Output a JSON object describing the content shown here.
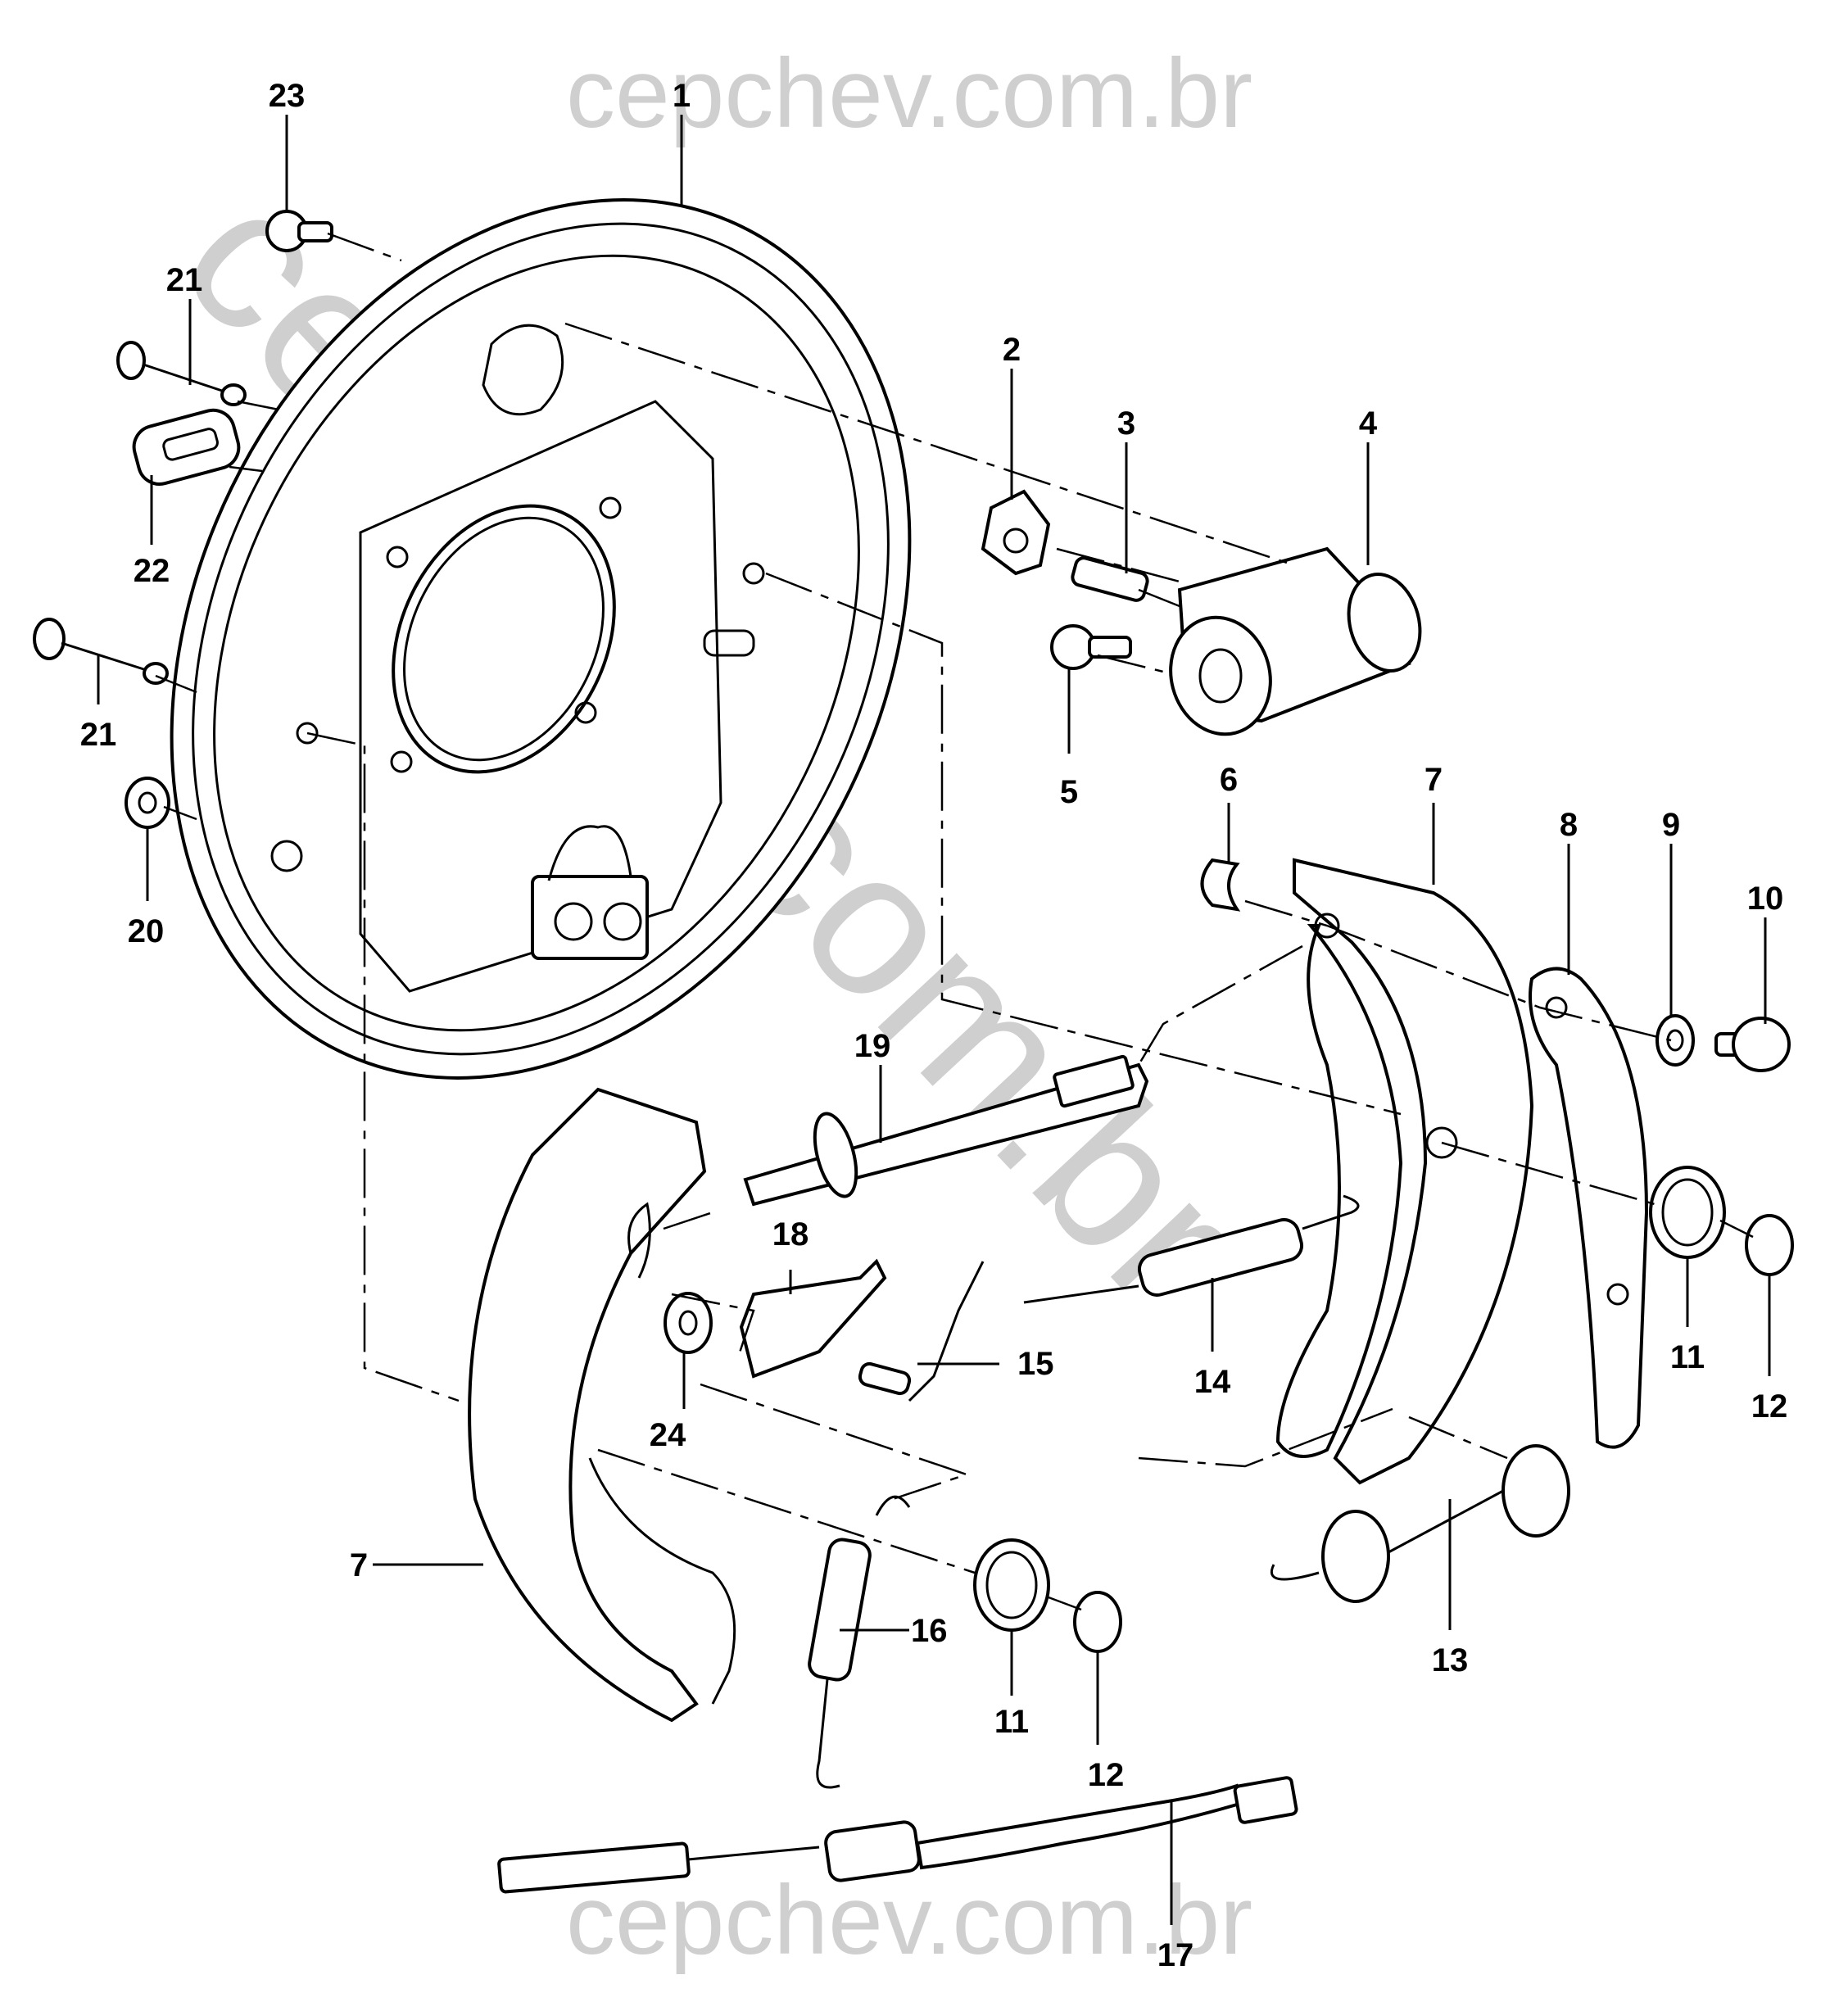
{
  "watermark": {
    "top": "cepchev.com.br",
    "bottom": "cepchev.com.br",
    "diagonal": "cepchev.com.br"
  },
  "callouts": [
    {
      "id": "1",
      "text": "1"
    },
    {
      "id": "2",
      "text": "2"
    },
    {
      "id": "3",
      "text": "3"
    },
    {
      "id": "4",
      "text": "4"
    },
    {
      "id": "5",
      "text": "5"
    },
    {
      "id": "6",
      "text": "6"
    },
    {
      "id": "7a",
      "text": "7"
    },
    {
      "id": "8",
      "text": "8"
    },
    {
      "id": "9",
      "text": "9"
    },
    {
      "id": "10",
      "text": "10"
    },
    {
      "id": "11a",
      "text": "11"
    },
    {
      "id": "12a",
      "text": "12"
    },
    {
      "id": "13",
      "text": "13"
    },
    {
      "id": "14",
      "text": "14"
    },
    {
      "id": "15",
      "text": "15"
    },
    {
      "id": "16",
      "text": "16"
    },
    {
      "id": "11b",
      "text": "11"
    },
    {
      "id": "12b",
      "text": "12"
    },
    {
      "id": "17",
      "text": "17"
    },
    {
      "id": "18",
      "text": "18"
    },
    {
      "id": "19",
      "text": "19"
    },
    {
      "id": "7b",
      "text": "7"
    },
    {
      "id": "20",
      "text": "20"
    },
    {
      "id": "21a",
      "text": "21"
    },
    {
      "id": "21b",
      "text": "21"
    },
    {
      "id": "22",
      "text": "22"
    },
    {
      "id": "23",
      "text": "23"
    },
    {
      "id": "24",
      "text": "24"
    }
  ]
}
